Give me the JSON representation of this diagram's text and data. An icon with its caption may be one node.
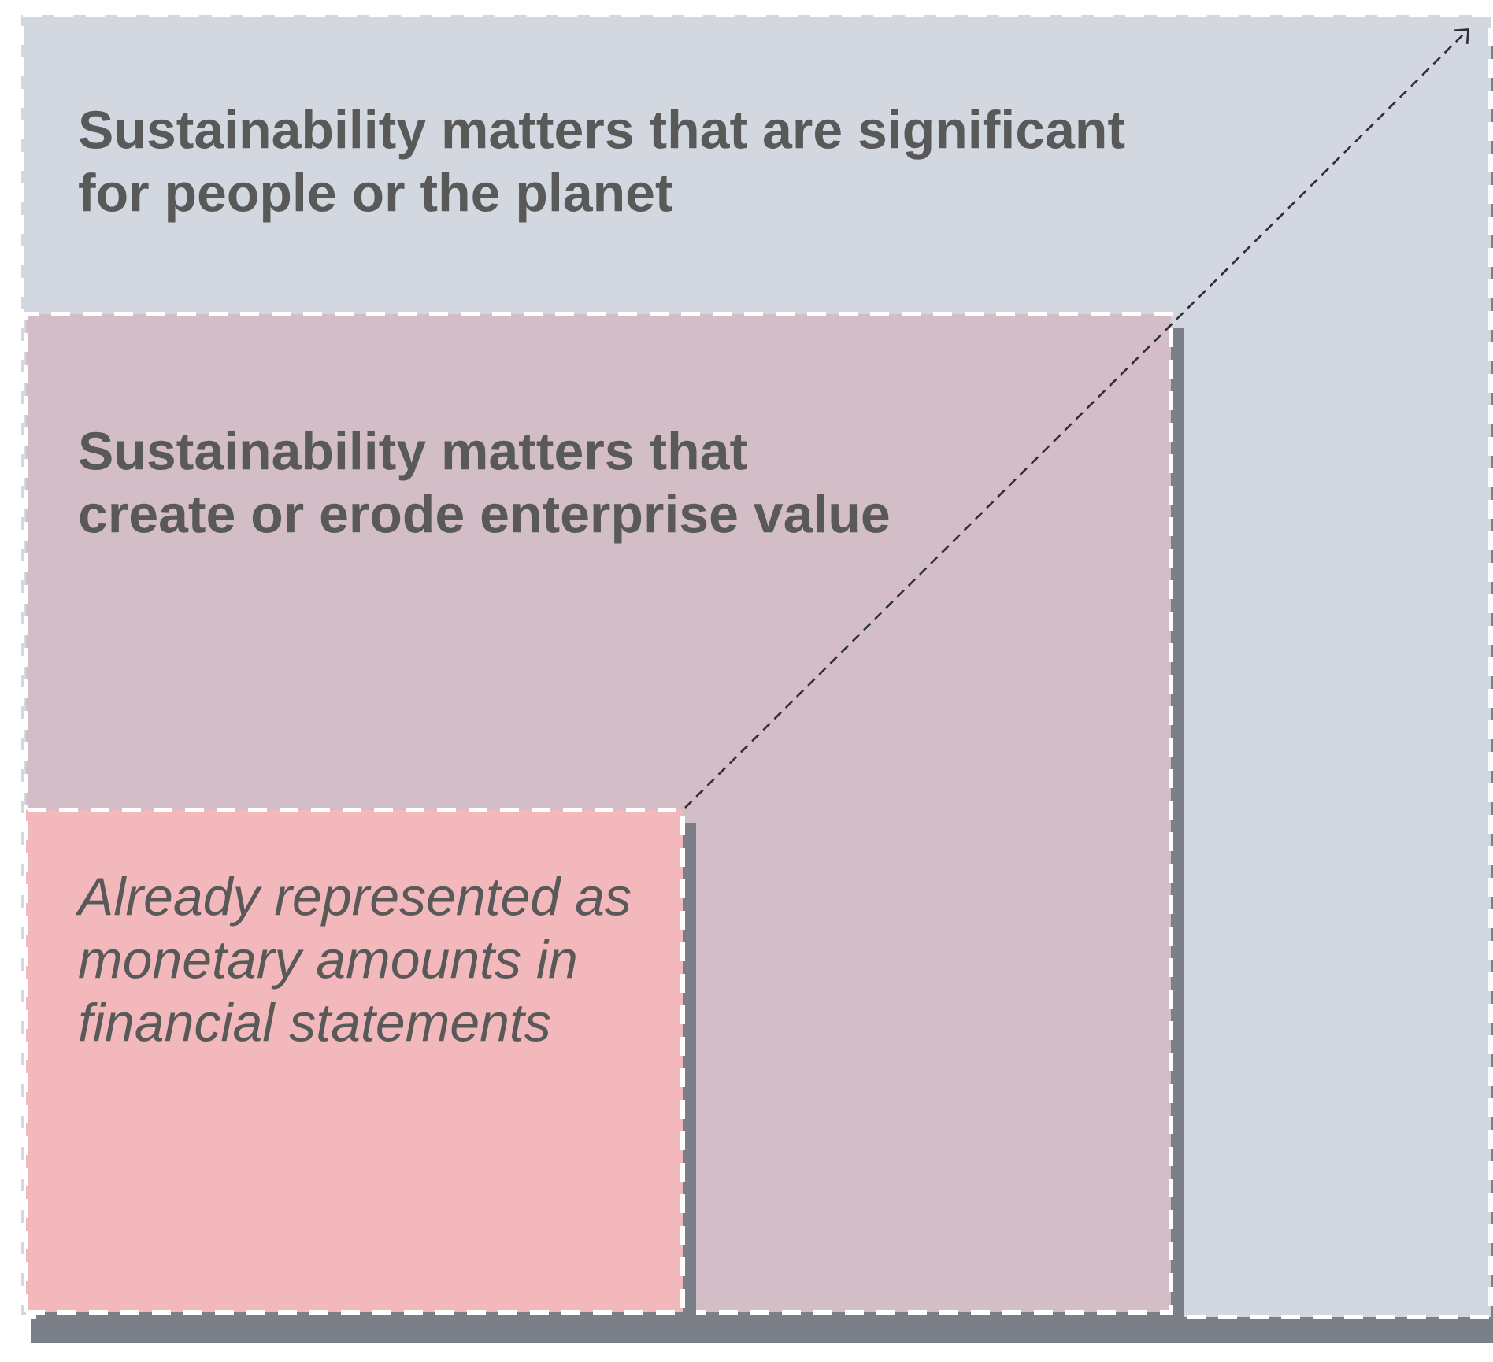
{
  "diagram": {
    "nodes": [
      {
        "text": [
          "Sustainability matters that are significant for people or the planet"
        ]
      },
      {
        "text": [
          "Sustainability matters that create or erode enterprise value"
        ],
        "in": 0
      },
      {
        "text": [
          "Already represented as monetary amounts in financial statements"
        ],
        "in": 1
      }
    ],
    "edges": [
      {
        "from": 2,
        "to": 0,
        "arrow": "to",
        "style": "dashed"
      }
    ]
  }
}
